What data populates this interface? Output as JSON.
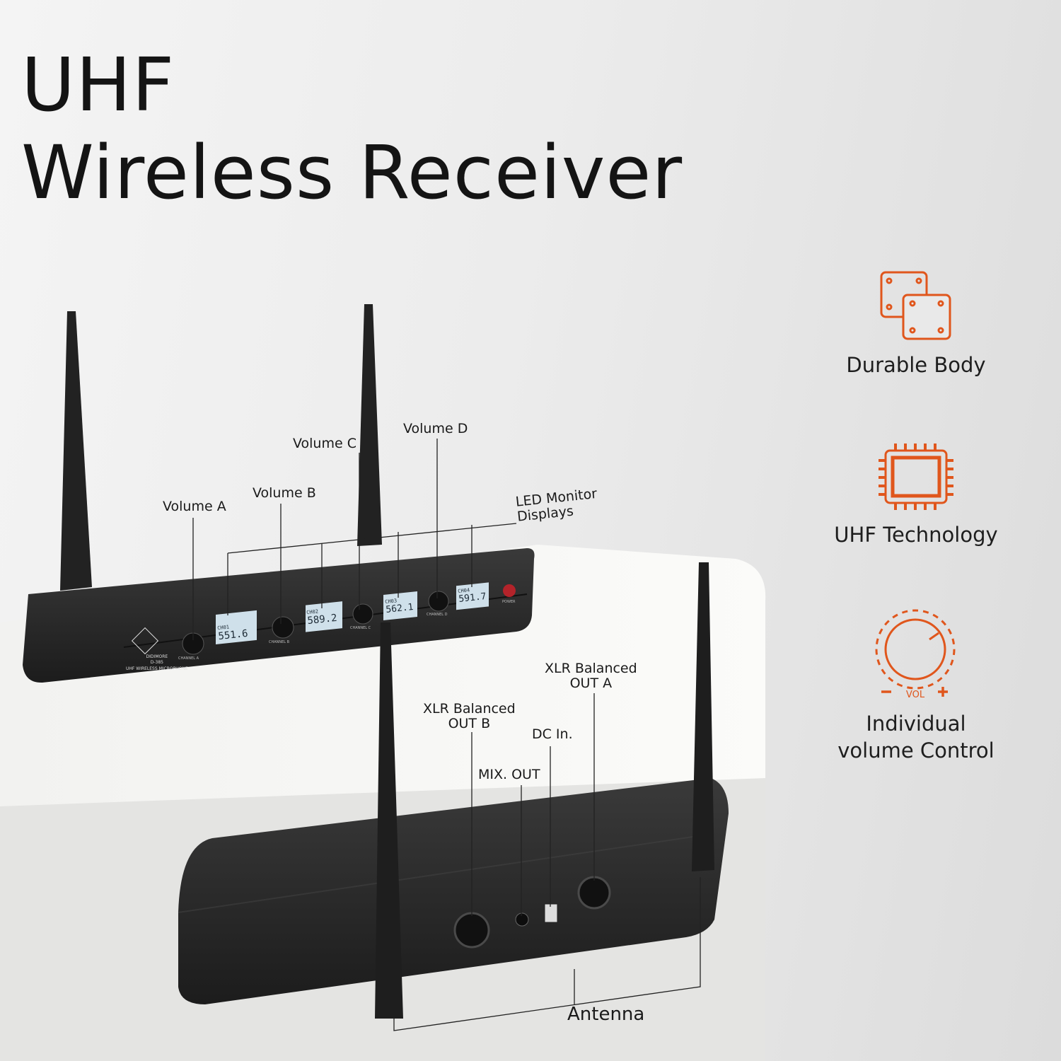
{
  "title": {
    "line1": "UHF",
    "line2": "Wireless Receiver"
  },
  "accent_color": "#e0561c",
  "front_callouts": {
    "volume_a": "Volume A",
    "volume_b": "Volume B",
    "volume_c": "Volume C",
    "volume_d": "Volume D",
    "led_line1": "LED Monitor",
    "led_line2": "Displays"
  },
  "back_callouts": {
    "xlr_b_line1": "XLR Balanced",
    "xlr_b_line2": "OUT B",
    "xlr_a_line1": "XLR Balanced",
    "xlr_a_line2": "OUT A",
    "dc_in": "DC In.",
    "mix_out": "MIX. OUT",
    "antenna": "Antenna"
  },
  "device": {
    "brand": "DIDIMORE",
    "model": "D-385",
    "subtitle": "UHF WIRELESS MICROPHONE",
    "power": "POWER",
    "channels": [
      {
        "label": "CHANNEL A",
        "ch": "CH01",
        "freq": "551.6"
      },
      {
        "label": "CHANNEL B",
        "ch": "CH02",
        "freq": "589.2"
      },
      {
        "label": "CHANNEL C",
        "ch": "CH03",
        "freq": "562.1"
      },
      {
        "label": "CHANNEL D",
        "ch": "CH04",
        "freq": "591.7"
      }
    ]
  },
  "features": [
    {
      "icon": "durable-body-plates-icon",
      "label": "Durable Body"
    },
    {
      "icon": "chip-icon",
      "label": "UHF Technology"
    },
    {
      "icon": "volume-knob-icon",
      "label": "Individual volume Control",
      "icon_text": "VOL"
    }
  ]
}
